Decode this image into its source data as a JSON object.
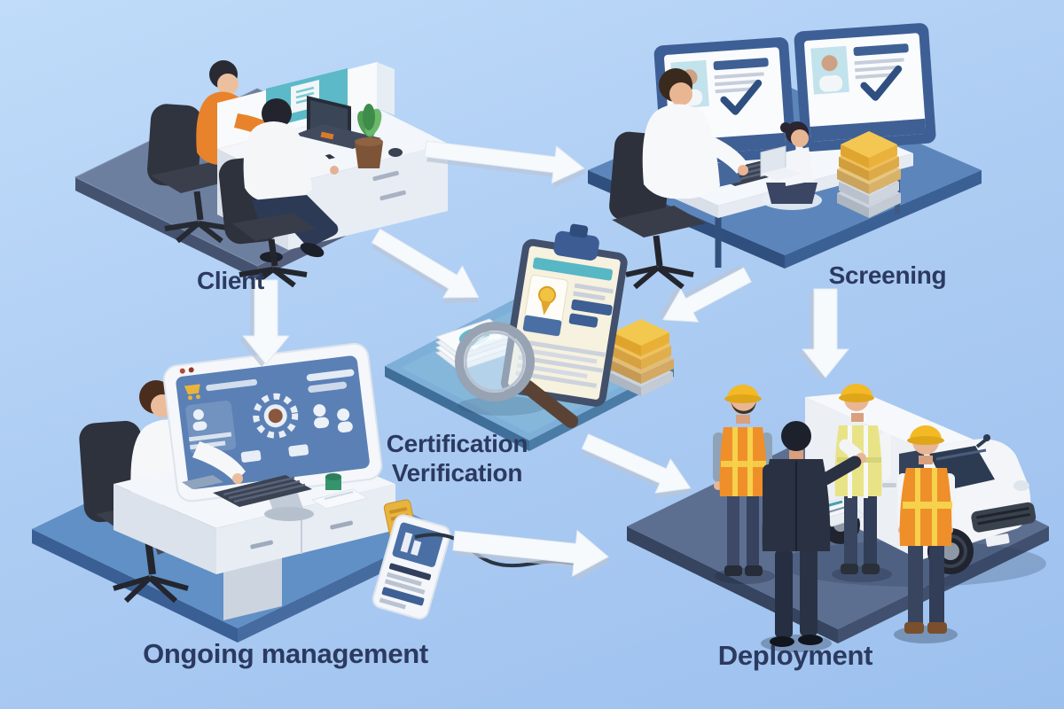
{
  "figure": {
    "type": "process-diagram",
    "style": "isometric-3d-illustration"
  },
  "background": {
    "top": "#c0dcfa",
    "bottom": "#9cc0ee"
  },
  "label_color": "#2c3a60",
  "stages": [
    {
      "id": "client",
      "label": "Client"
    },
    {
      "id": "screening",
      "label": "Screening"
    },
    {
      "id": "certification_verification",
      "label_line1": "Certification",
      "label_line2": "Verification"
    },
    {
      "id": "ongoing_management",
      "label": "Ongoing management"
    },
    {
      "id": "deployment",
      "label": "Deployment"
    }
  ],
  "flow": [
    {
      "from": "Client",
      "to": "Screening"
    },
    {
      "from": "Client",
      "to": "Certification Verification"
    },
    {
      "from": "Client",
      "to": "Ongoing management"
    },
    {
      "from": "Screening",
      "to": "Certification Verification"
    },
    {
      "from": "Screening",
      "to": "Deployment"
    },
    {
      "from": "Certification Verification",
      "to": "Deployment"
    },
    {
      "from": "Ongoing management",
      "to": "Deployment"
    }
  ],
  "palette": {
    "arrow_white": "#f7fafd",
    "platform_client": "#6d7f9f",
    "platform_screening": "#5c86bb",
    "platform_center": "#7eafd8",
    "platform_ongoing": "#6090c5",
    "platform_deployment": "#5d6f90",
    "folder_gold": "#f0b83e",
    "safety_vest_orange": "#ef8f2a",
    "safety_vest_yellow": "#e9e388",
    "helmet_yellow": "#f3ba25",
    "screen_blue": "#5b80b5",
    "teal_accent": "#58b7c5",
    "shirt_orange": "#e8832b",
    "van_white": "#f3f5f9"
  }
}
